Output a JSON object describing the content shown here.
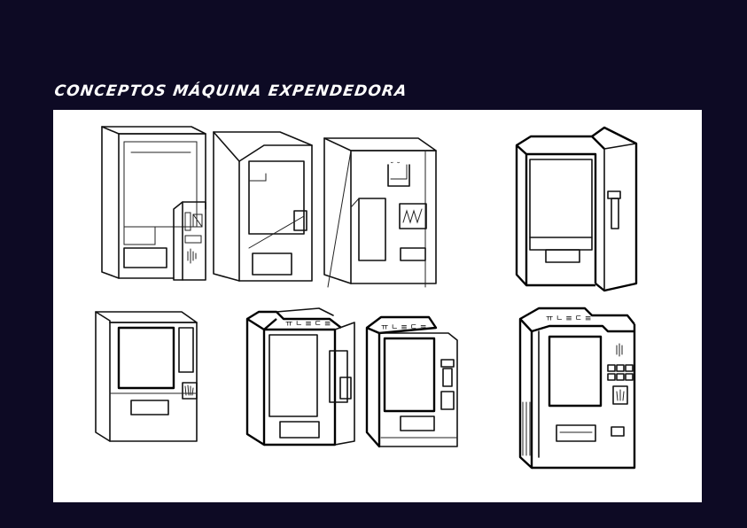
{
  "page": {
    "title": "CONCEPTOS MÁQUINA EXPENDEDORA",
    "background_color": "#0d0a24",
    "panel_color": "#ffffff",
    "title_color": "#ffffff"
  },
  "sketches": [
    {
      "id": 1,
      "row": "top"
    },
    {
      "id": 2,
      "row": "top"
    },
    {
      "id": 3,
      "row": "top"
    },
    {
      "id": 4,
      "row": "top"
    },
    {
      "id": 5,
      "row": "bottom"
    },
    {
      "id": 6,
      "row": "bottom"
    },
    {
      "id": 7,
      "row": "bottom"
    },
    {
      "id": 8,
      "row": "bottom"
    }
  ]
}
